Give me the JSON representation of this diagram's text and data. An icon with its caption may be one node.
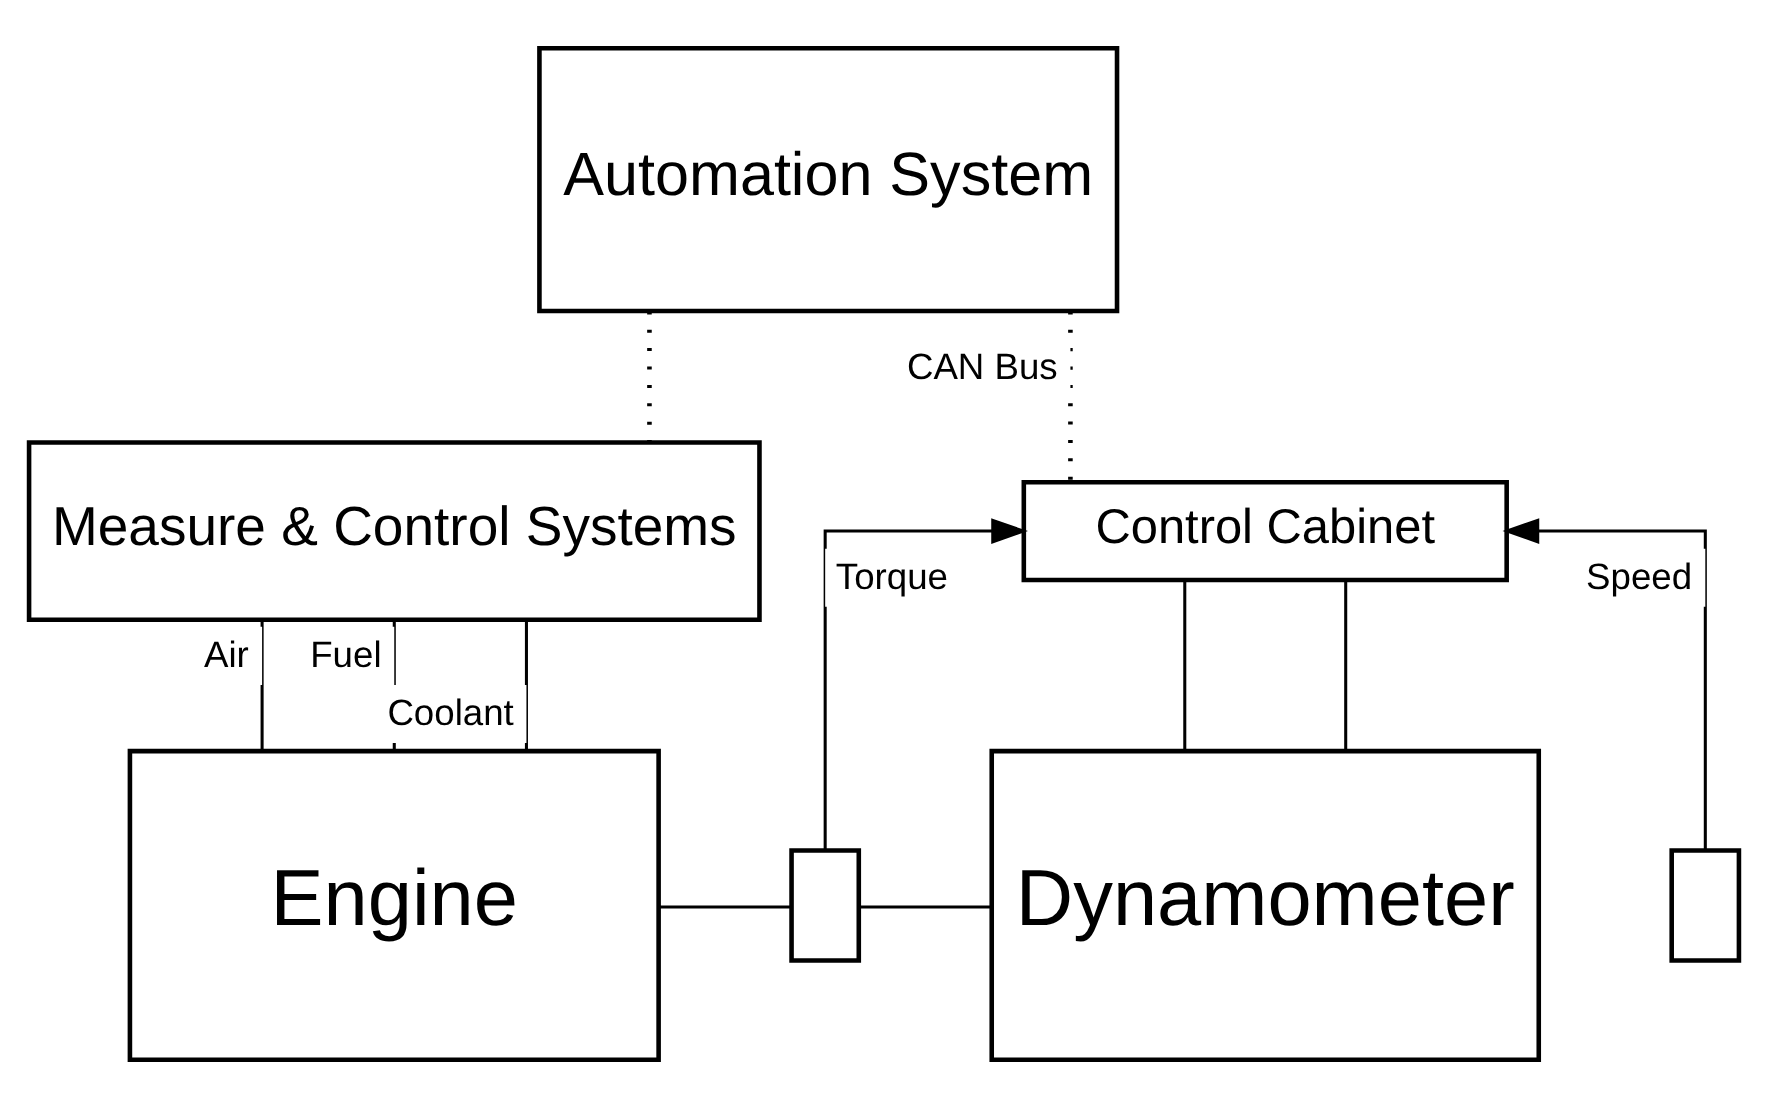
{
  "diagram": {
    "nodes": [
      {
        "text": [
          "Automation System"
        ]
      },
      {
        "text": [
          "Measure & Control Systems"
        ]
      },
      {
        "text": [
          "Control Cabinet"
        ]
      },
      {
        "text": [
          "Engine"
        ]
      },
      {
        "text": [
          "Dynamometer"
        ]
      },
      {
        "text": [],
        "shape": "box"
      },
      {
        "text": [],
        "shape": "box"
      }
    ],
    "edges": [
      {
        "from": 0,
        "to": 1,
        "arrow": "none",
        "style": "dashed"
      },
      {
        "from": 0,
        "to": 2,
        "arrow": "none",
        "style": "dashed",
        "label": "CAN Bus"
      },
      {
        "from": 1,
        "to": 3,
        "arrow": "none",
        "label": "Air"
      },
      {
        "from": 1,
        "to": 3,
        "arrow": "none",
        "label": "Fuel"
      },
      {
        "from": 1,
        "to": 3,
        "arrow": "none",
        "label": "Coolant"
      },
      {
        "from": 2,
        "to": 4,
        "arrow": "none"
      },
      {
        "from": 2,
        "to": 4,
        "arrow": "none"
      },
      {
        "from": 3,
        "to": 5,
        "arrow": "none"
      },
      {
        "from": 5,
        "to": 4,
        "arrow": "none"
      },
      {
        "from": 5,
        "to": 2,
        "arrow": "to",
        "label": "Torque"
      },
      {
        "from": 6,
        "to": 2,
        "arrow": "to",
        "label": "Speed"
      }
    ]
  }
}
